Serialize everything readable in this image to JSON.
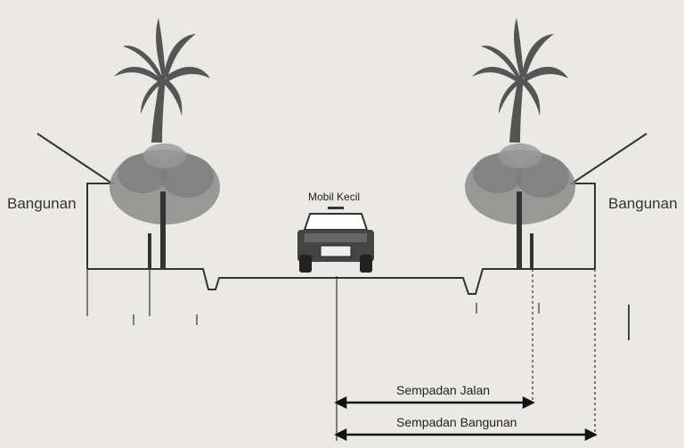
{
  "labels": {
    "building_left": "Bangunan",
    "building_right": "Bangunan",
    "car": "Mobil Kecil",
    "road_setback": "Sempadan Jalan",
    "building_setback": "Sempadan Bangunan"
  },
  "colors": {
    "background": "#ebe9e5",
    "line": "#333333",
    "foliage": "#555555",
    "tree_foliage": "#8a8a8a"
  },
  "icons": [
    "palm-tree-icon",
    "deciduous-tree-icon",
    "car-front-icon",
    "building-outline-icon"
  ]
}
